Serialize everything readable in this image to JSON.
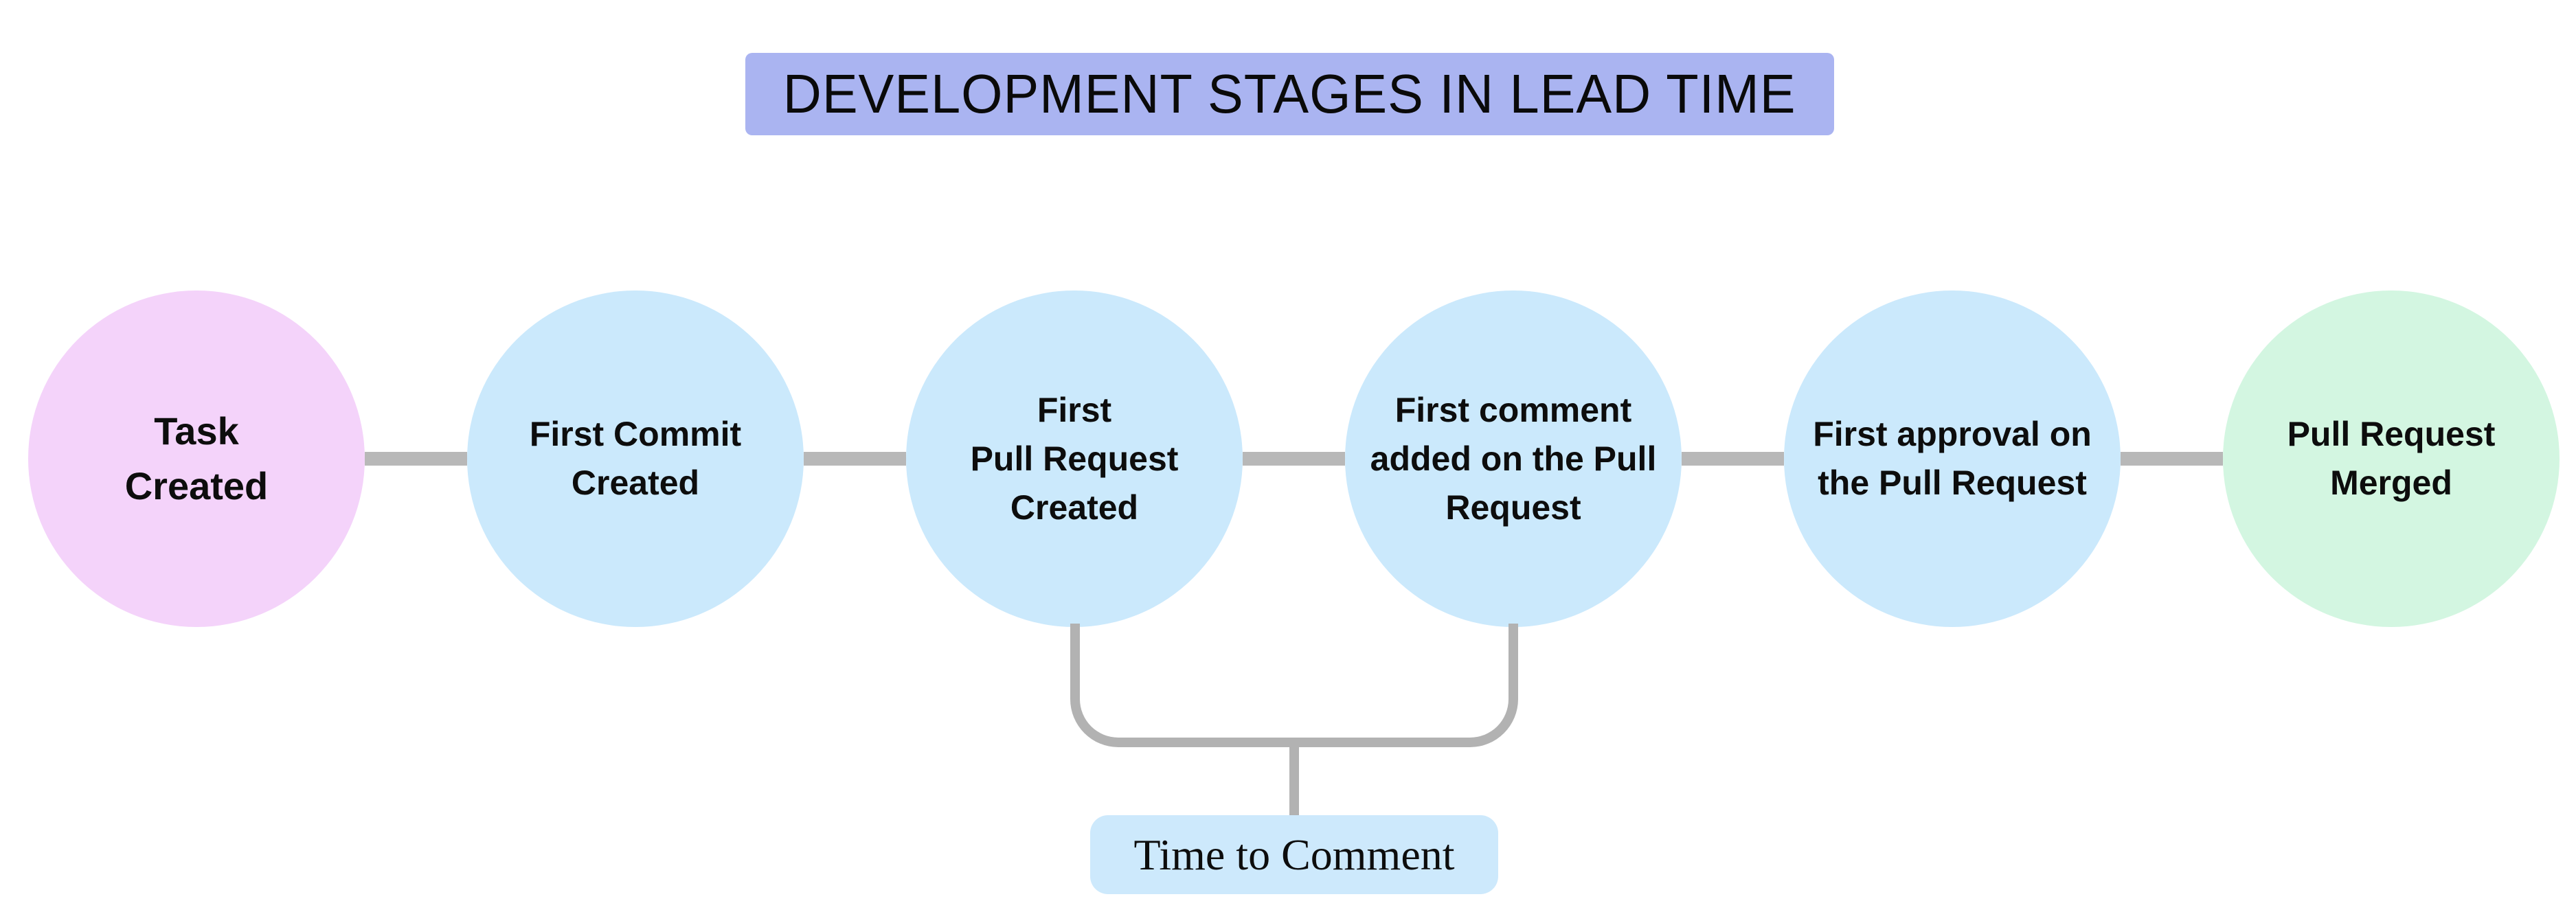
{
  "title": {
    "text": "DEVELOPMENT STAGES IN LEAD TIME"
  },
  "stages": [
    {
      "label": "Task\nCreated",
      "color": "#f4d3fa"
    },
    {
      "label": "First Commit\nCreated",
      "color": "#cbe9fc"
    },
    {
      "label": "First\nPull Request\nCreated",
      "color": "#cbe9fc"
    },
    {
      "label": "First comment\nadded on the Pull\nRequest",
      "color": "#cbe9fc"
    },
    {
      "label": "First approval on\nthe Pull Request",
      "color": "#cbe9fc"
    },
    {
      "label": "Pull Request\nMerged",
      "color": "#d3f6e1"
    }
  ],
  "annotation": {
    "label": "Time to Comment",
    "bg": "#cde9fc",
    "spans_stages": [
      "First Pull Request Created",
      "First comment added on the Pull Request"
    ]
  },
  "palette": {
    "title_bg": "#aab4f1",
    "stage_start_bg": "#f4d3fa",
    "stage_mid_bg": "#cbe9fc",
    "stage_end_bg": "#d3f6e1",
    "connector_gray": "#b8b8b8",
    "bracket_gray": "#b2b2b2",
    "text_color": "#0d0d0d"
  }
}
